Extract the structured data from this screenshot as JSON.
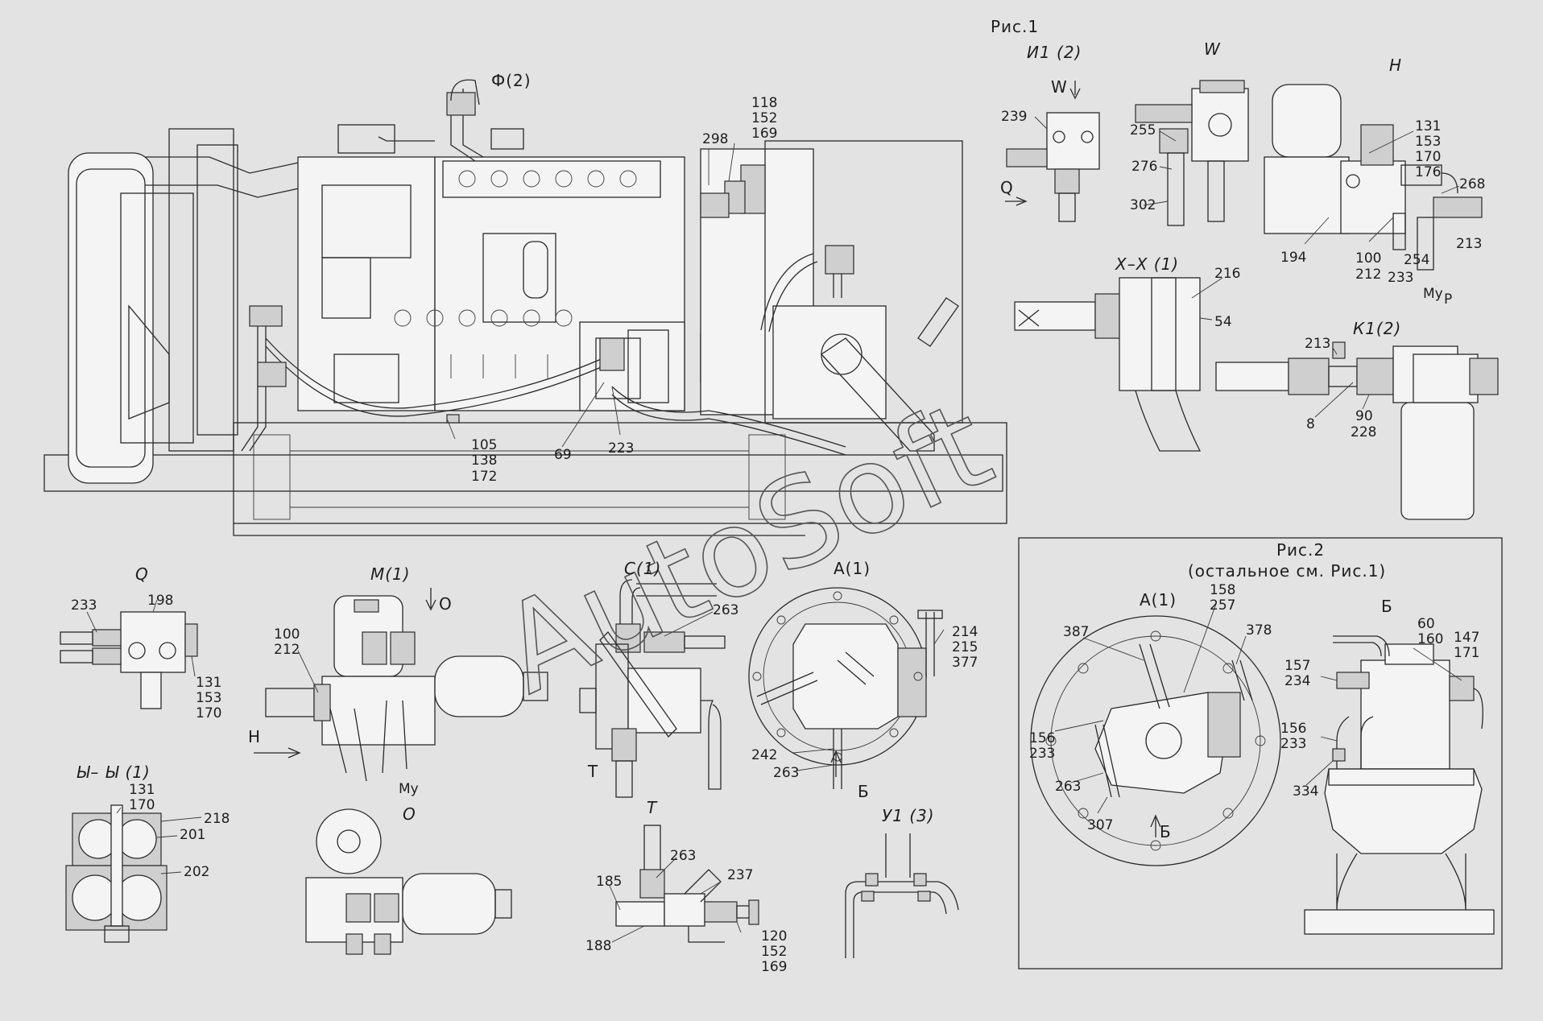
{
  "watermark": "AutoSoft",
  "captions": {
    "ris1": "Рис.1",
    "i1": "И1 (2)",
    "w": "W",
    "w_arrow": "W",
    "n": "Н",
    "f2": "Ф(2)",
    "xx": "Х–Х (1)",
    "k1": "К1(2)",
    "q_arrow": "Q",
    "q": "Q",
    "m": "М(1)",
    "o_arrow": "O",
    "c": "С(1)",
    "a": "А(1)",
    "yy": "Ы– Ы (1)",
    "o": "О",
    "t": "Т",
    "u1": "У1 (3)",
    "t_arrow": "Т",
    "b_arrow": "Б",
    "h_arrow": "Н",
    "ris2": "Рис.2",
    "ris2_sub": "(остальное см. Рис.1)",
    "a2": "А(1)",
    "b2": "Б",
    "b2_arrow": "Б"
  },
  "labels": {
    "l118": "118",
    "l152": "152",
    "l169": "169",
    "l298": "298",
    "l105": "105",
    "l138": "138",
    "l172": "172",
    "l69": "69",
    "l223": "223",
    "l239": "239",
    "l255": "255",
    "l276": "276",
    "l302": "302",
    "l131a": "131",
    "l153a": "153",
    "l170a": "170",
    "l176": "176",
    "l268": "268",
    "l100a": "100",
    "l212a": "212",
    "l233a": "233",
    "l254": "254",
    "l213a": "213",
    "l194": "194",
    "l_mu1": "Му",
    "l_p": "Р",
    "l216": "216",
    "l54": "54",
    "l213b": "213",
    "l8": "8",
    "l90": "90",
    "l228": "228",
    "l233b": "233",
    "l198": "198",
    "l131b": "131",
    "l153b": "153",
    "l170b": "170",
    "l100b": "100",
    "l212b": "212",
    "l_mu2": "Му",
    "l263a": "263",
    "l214": "214",
    "l215": "215",
    "l377": "377",
    "l242": "242",
    "l263b": "263",
    "l131c": "131",
    "l170c": "170",
    "l218": "218",
    "l201": "201",
    "l202": "202",
    "l263c": "263",
    "l185": "185",
    "l237": "237",
    "l188": "188",
    "l120": "120",
    "l152b": "152",
    "l169b": "169",
    "l387": "387",
    "l158": "158",
    "l257": "257",
    "l378": "378",
    "l156a": "156",
    "l233c": "233",
    "l263d": "263",
    "l307": "307",
    "l60": "60",
    "l160": "160",
    "l147": "147",
    "l171": "171",
    "l157": "157",
    "l234": "234",
    "l156b": "156",
    "l233d": "233",
    "l334": "334"
  }
}
